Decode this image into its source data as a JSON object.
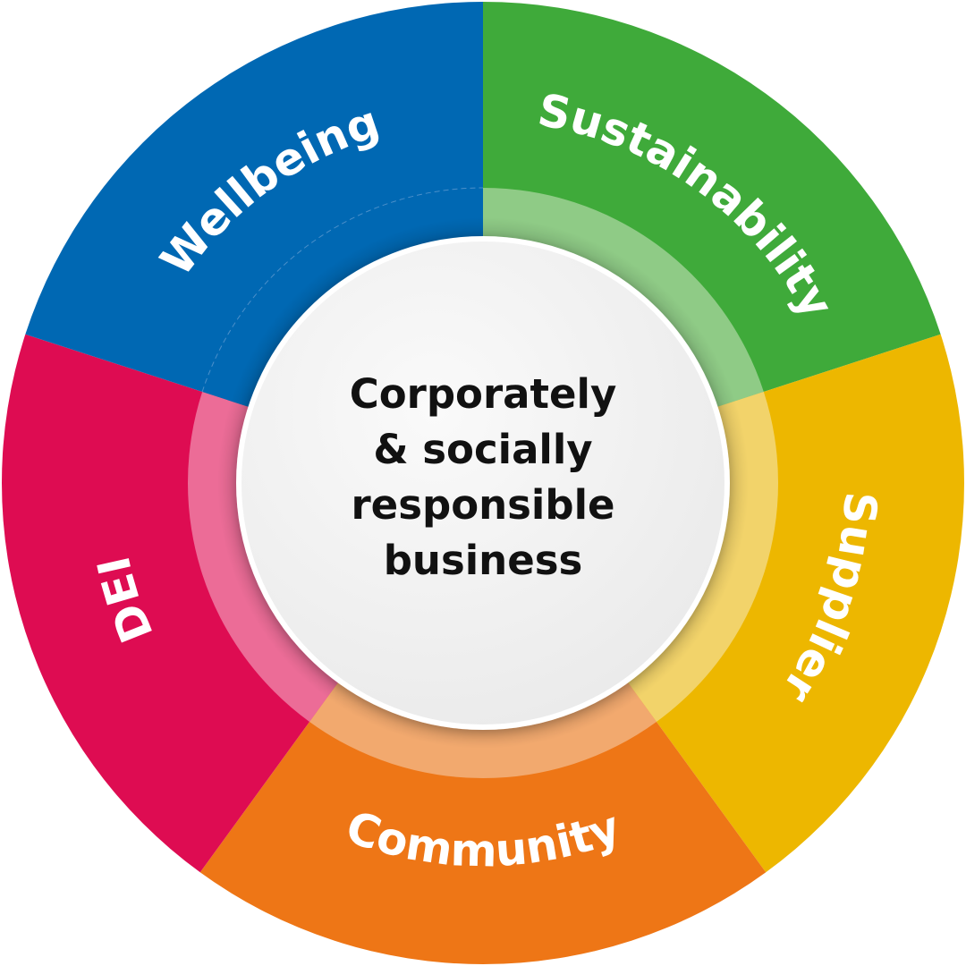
{
  "center": {
    "lines": [
      "Corporately",
      "& socially",
      "responsible",
      "business"
    ]
  },
  "segments": [
    {
      "label": "Sustainability",
      "color": "#3FAA3A",
      "ring_color": "#8FCB86"
    },
    {
      "label": "Supplier",
      "color": "#EDB700",
      "ring_color": "#F2D36A"
    },
    {
      "label": "Community",
      "color": "#EE7616",
      "ring_color": "#F2A96E"
    },
    {
      "label": "DEI",
      "color": "#DE0C52",
      "ring_color": "#EC6C97"
    },
    {
      "label": "Wellbeing",
      "color": "#0068B3",
      "ring_color": "#0068B3"
    }
  ],
  "center_fill": "#F3F3F3"
}
